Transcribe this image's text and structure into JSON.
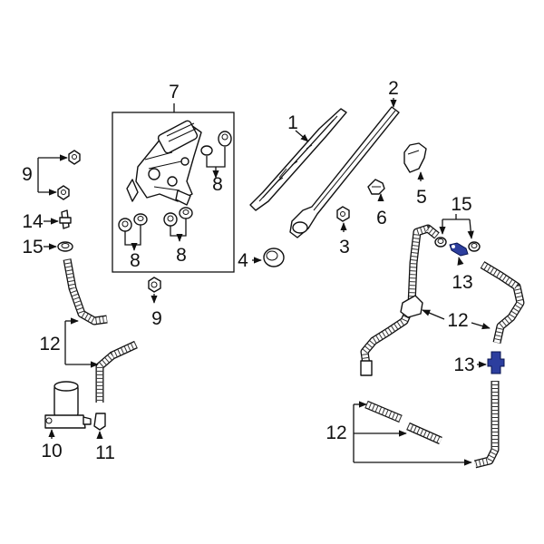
{
  "callouts": {
    "c1": "1",
    "c2": "2",
    "c3": "3",
    "c4": "4",
    "c5": "5",
    "c6": "6",
    "c7": "7",
    "c8a": "8",
    "c8b": "8",
    "c8c": "8",
    "c9a": "9",
    "c9b": "9",
    "c10": "10",
    "c11": "11",
    "c12a": "12",
    "c12b": "12",
    "c12c": "12",
    "c13a": "13",
    "c13b": "13",
    "c14": "14",
    "c15a": "15",
    "c15b": "15"
  },
  "colors": {
    "highlight": "#2c3e9e",
    "line": "#111111",
    "background": "#ffffff"
  },
  "highlighted_parts": [
    "13"
  ]
}
